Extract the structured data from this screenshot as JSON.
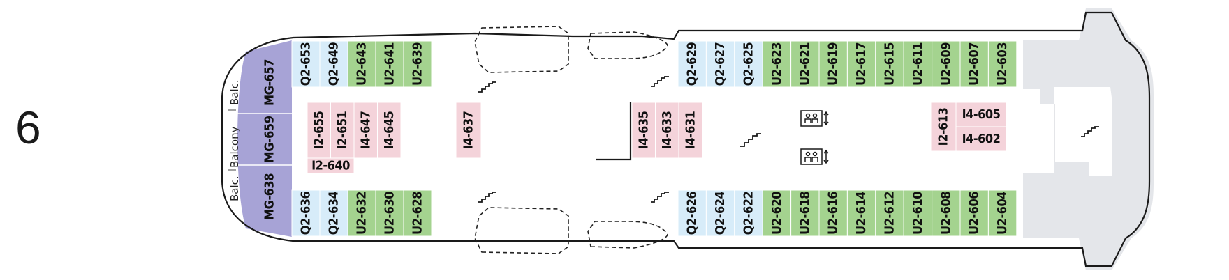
{
  "deck": {
    "number": "6"
  },
  "colors": {
    "Q2": "#d7ecf9",
    "U2": "#a4d38f",
    "I2": "#f4d3da",
    "I4": "#f4d3da",
    "MG": "#a7a3d6",
    "hull_outline": "#1a1a1a",
    "bow_area": "#e4e6ea"
  },
  "side_labels": [
    "Balc.",
    "Balcony",
    "Balc."
  ],
  "cabins": {
    "aft_suites": [
      "MG-657",
      "MG-659",
      "MG-638"
    ],
    "top_aft": [
      {
        "id": "Q2-653",
        "cat": "Q2"
      },
      {
        "id": "Q2-649",
        "cat": "Q2"
      },
      {
        "id": "U2-643",
        "cat": "U2"
      },
      {
        "id": "U2-641",
        "cat": "U2"
      },
      {
        "id": "U2-639",
        "cat": "U2"
      }
    ],
    "top_fwd": [
      {
        "id": "Q2-629",
        "cat": "Q2"
      },
      {
        "id": "Q2-627",
        "cat": "Q2"
      },
      {
        "id": "Q2-625",
        "cat": "Q2"
      },
      {
        "id": "U2-623",
        "cat": "U2"
      },
      {
        "id": "U2-621",
        "cat": "U2"
      },
      {
        "id": "U2-619",
        "cat": "U2"
      },
      {
        "id": "U2-617",
        "cat": "U2"
      },
      {
        "id": "U2-615",
        "cat": "U2"
      },
      {
        "id": "U2-611",
        "cat": "U2"
      },
      {
        "id": "U2-609",
        "cat": "U2"
      },
      {
        "id": "U2-607",
        "cat": "U2"
      },
      {
        "id": "U2-603",
        "cat": "U2"
      }
    ],
    "bottom_aft": [
      {
        "id": "Q2-636",
        "cat": "Q2"
      },
      {
        "id": "Q2-634",
        "cat": "Q2"
      },
      {
        "id": "U2-632",
        "cat": "U2"
      },
      {
        "id": "U2-630",
        "cat": "U2"
      },
      {
        "id": "U2-628",
        "cat": "U2"
      }
    ],
    "bottom_fwd": [
      {
        "id": "Q2-626",
        "cat": "Q2"
      },
      {
        "id": "Q2-624",
        "cat": "Q2"
      },
      {
        "id": "Q2-622",
        "cat": "Q2"
      },
      {
        "id": "U2-620",
        "cat": "U2"
      },
      {
        "id": "U2-618",
        "cat": "U2"
      },
      {
        "id": "U2-616",
        "cat": "U2"
      },
      {
        "id": "U2-614",
        "cat": "U2"
      },
      {
        "id": "U2-612",
        "cat": "U2"
      },
      {
        "id": "U2-610",
        "cat": "U2"
      },
      {
        "id": "U2-608",
        "cat": "U2"
      },
      {
        "id": "U2-606",
        "cat": "U2"
      },
      {
        "id": "U2-604",
        "cat": "U2"
      }
    ],
    "inner_aft": [
      {
        "id": "I2-655",
        "cat": "I2"
      },
      {
        "id": "I2-651",
        "cat": "I2"
      },
      {
        "id": "I4-647",
        "cat": "I4"
      },
      {
        "id": "I4-645",
        "cat": "I4"
      }
    ],
    "inner_aft_single": {
      "id": "I2-640",
      "cat": "I2"
    },
    "inner_mid": {
      "id": "I4-637",
      "cat": "I4"
    },
    "inner_center": [
      {
        "id": "I4-635",
        "cat": "I4"
      },
      {
        "id": "I4-633",
        "cat": "I4"
      },
      {
        "id": "I4-631",
        "cat": "I4"
      }
    ],
    "inner_fwd_vertical": {
      "id": "I2-613",
      "cat": "I2"
    },
    "inner_fwd_horizontal": [
      {
        "id": "I4-605",
        "cat": "I4"
      },
      {
        "id": "I4-602",
        "cat": "I4"
      }
    ]
  },
  "icons": {
    "elevator": "elevator-icon",
    "stairs": "stairs-icon",
    "lifeboat": "lifeboat-outline"
  }
}
